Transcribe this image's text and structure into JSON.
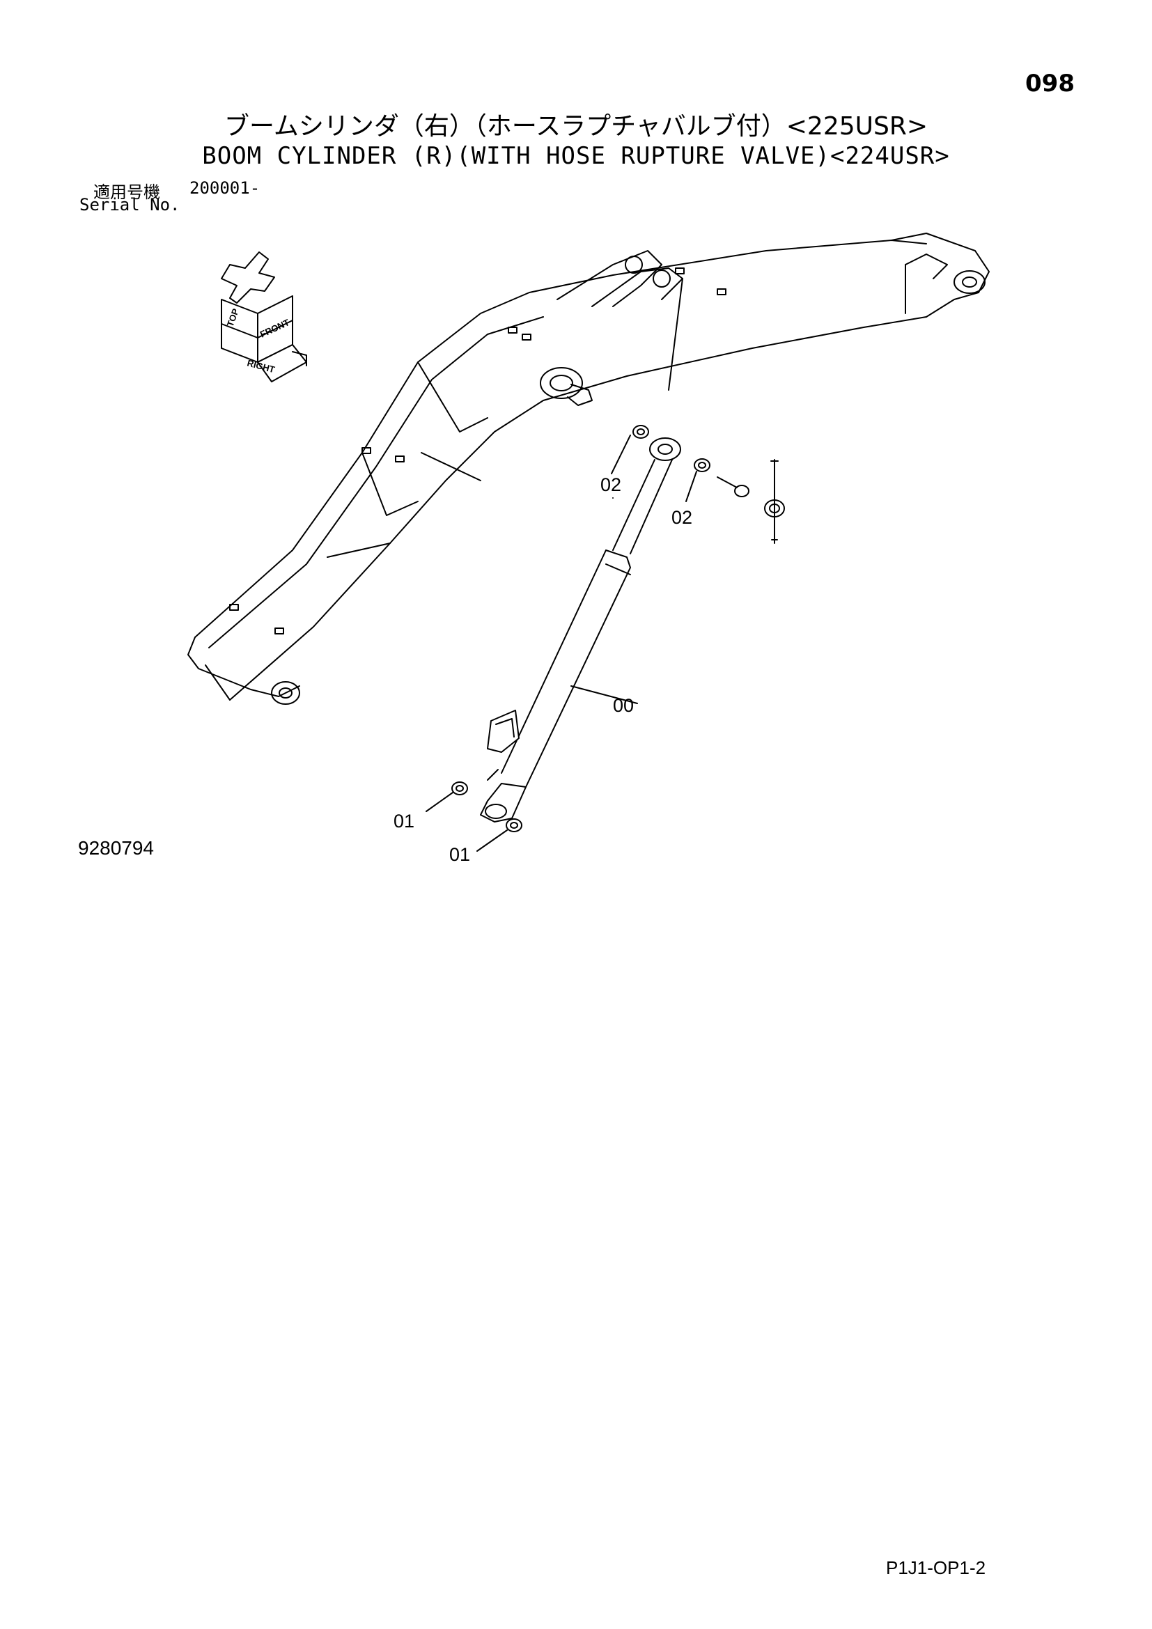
{
  "page_number": "098",
  "title": {
    "japanese": "ブームシリンダ（右）（ホースラプチャバルブ付）<225USR>",
    "english": "BOOM CYLINDER (R)(WITH HOSE RUPTURE VALVE)<224USR>"
  },
  "serial": {
    "label_japanese": "適用号機",
    "value": "200001-",
    "label_english": "Serial No."
  },
  "drawing_number": "9280794",
  "sheet_code": "P1J1-OP1-2",
  "orientation_labels": [
    "TOP",
    "FRONT",
    "RIGHT"
  ],
  "callouts": {
    "cylinder": "00",
    "bushing_bottom_a": "01",
    "bushing_bottom_b": "01",
    "bushing_top_a": "02",
    "bushing_top_b": "02"
  }
}
